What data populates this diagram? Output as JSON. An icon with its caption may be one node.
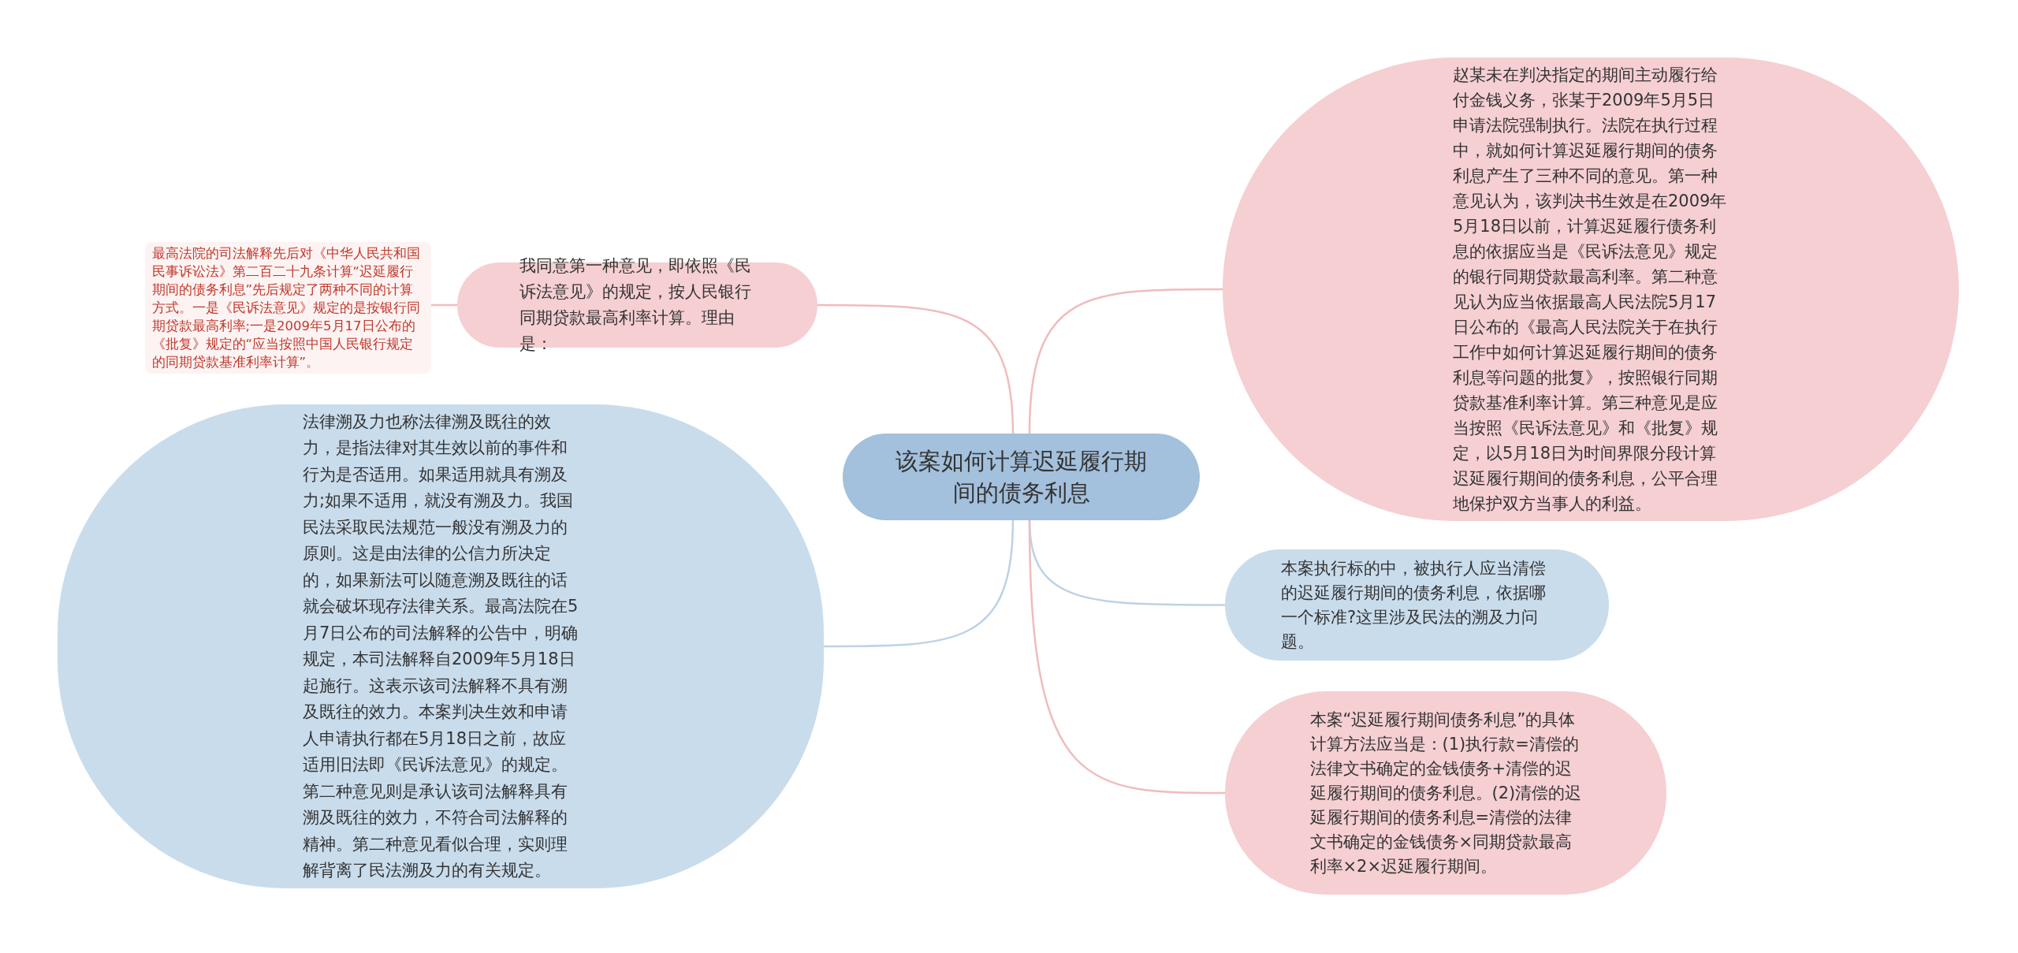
{
  "diagram": {
    "nodes": [
      {
        "text": [
          "该案如何计算迟延履行期间的债务利息"
        ]
      },
      {
        "text": [
          "我同意第一种意见，即依照《民诉法意见》的规定，按人民银行同期贷款最高利率计算。理由是："
        ]
      },
      {
        "text": [
          "最高法院的司法解释先后对《中华人民共和国民事诉讼法》第二百二十九条计算“迟延履行期间的债务利息”先后规定了两种不同的计算方式。一是《民诉法意见》规定的是按银行同期贷款最高利率;一是2009年5月17日公布的《批复》规定的“应当按照中国人民银行规定的同期贷款基准利率计算”。"
        ]
      },
      {
        "text": [
          "法律溯及力也称法律溯及既往的效力，是指法律对其生效以前的事件和行为是否适用。如果适用就具有溯及力;如果不适用，就没有溯及力。我国民法采取民法规范一般没有溯及力的原则。这是由法律的公信力所决定的，如果新法可以随意溯及既往的话就会破坏现存法律关系。最高法院在5月7日公布的司法解释的公告中，明确规定，本司法解释自2009年5月18日起施行。这表示该司法解释不具有溯及既往的效力。本案判决生效和申请人申请执行都在5月18日之前，故应适用旧法即《民诉法意见》的规定。第二种意见则是承认该司法解释具有溯及既往的效力，不符合司法解释的精神。第二种意见看似合理，实则理解背离了民法溯及力的有关规定。"
        ]
      },
      {
        "text": [
          "赵某未在判决指定的期间主动履行给付金钱义务，张某于2009年5月5日申请法院强制执行。法院在执行过程中，就如何计算迟延履行期间的债务利息产生了三种不同的意见。第一种意见认为，该判决书生效是在2009年5月18日以前，计算迟延履行债务利息的依据应当是《民诉法意见》规定的银行同期贷款最高利率。第二种意见认为应当依据最高人民法院5月17日公布的《最高人民法院关于在执行工作中如何计算迟延履行期间的债务利息等问题的批复》，按照银行同期贷款基准利率计算。第三种意见是应当按照《民诉法意见》和《批复》规定，以5月18日为时间界限分段计算迟延履行期间的债务利息，公平合理地保护双方当事人的利益。"
        ]
      },
      {
        "text": [
          "本案执行标的中，被执行人应当清偿的迟延履行期间的债务利息，依据哪一个标准?这里涉及民法的溯及力问题。"
        ]
      },
      {
        "text": [
          "本案“迟延履行期间债务利息”的具体计算方法应当是：(1)执行款=清偿的法律文书确定的金钱债务+清偿的迟延履行期间的债务利息。(2)清偿的迟延履行期间的债务利息=清偿的法律文书确定的金钱债务×同期贷款最高利率×2×迟延履行期间。"
        ]
      }
    ],
    "edges": [
      {
        "from": 0,
        "to": 1,
        "arrow": "none"
      },
      {
        "from": 1,
        "to": 2,
        "arrow": "none"
      },
      {
        "from": 0,
        "to": 3,
        "arrow": "none",
        "color": "#bcd2e6"
      },
      {
        "from": 0,
        "to": 4,
        "arrow": "none"
      },
      {
        "from": 0,
        "to": 5,
        "arrow": "none",
        "color": "#bcd2e6"
      },
      {
        "from": 0,
        "to": 6,
        "arrow": "none"
      }
    ]
  }
}
